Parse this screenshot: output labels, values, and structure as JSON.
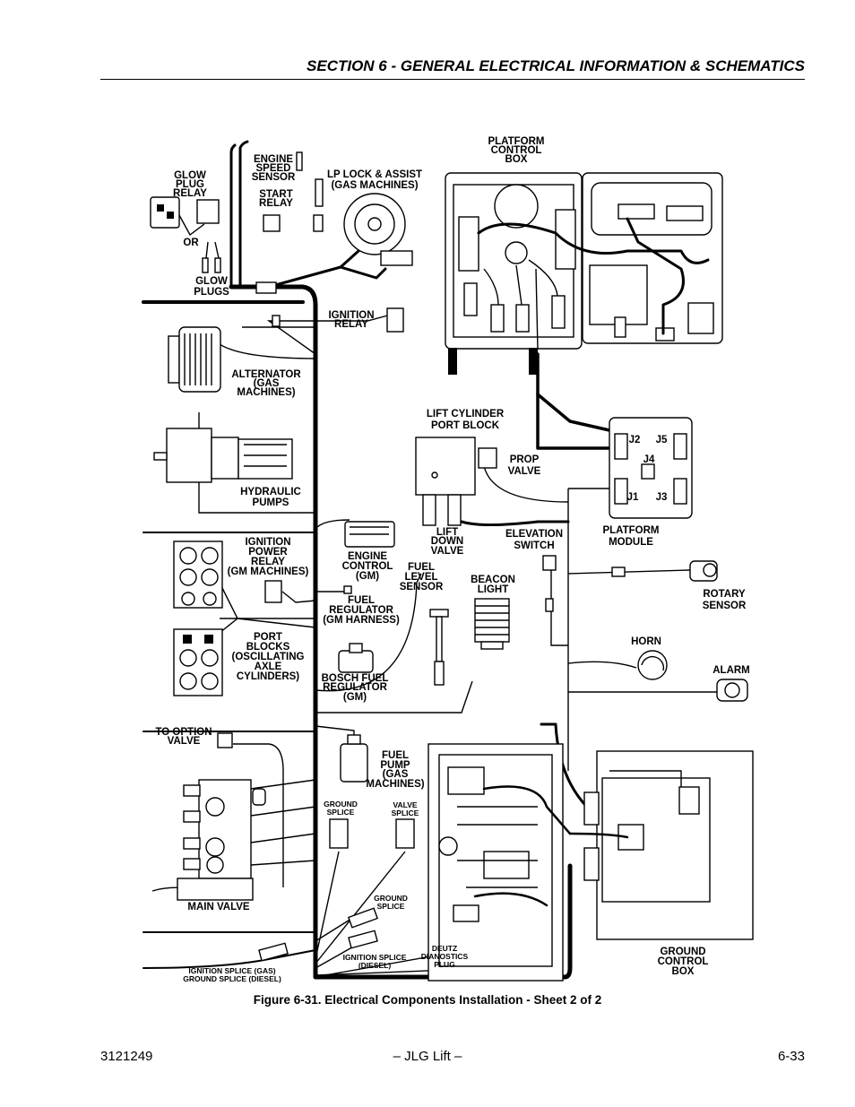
{
  "header": {
    "section_title": "SECTION 6 - GENERAL ELECTRICAL INFORMATION & SCHEMATICS"
  },
  "diagram": {
    "labels": {
      "glow_plug_relay": [
        "GLOW",
        "PLUG",
        "RELAY"
      ],
      "or": "OR",
      "glow_plugs": [
        "GLOW",
        "PLUGS"
      ],
      "engine_speed_sensor": [
        "ENGINE",
        "SPEED",
        "SENSOR"
      ],
      "start_relay": [
        "START",
        "RELAY"
      ],
      "lp_lock": [
        "LP LOCK & ASSIST",
        "(GAS MACHINES)"
      ],
      "platform_control_box": [
        "PLATFORM",
        "CONTROL",
        "BOX"
      ],
      "ignition_relay": [
        "IGNITION",
        "RELAY"
      ],
      "alternator": [
        "ALTERNATOR",
        "(GAS",
        "MACHINES)"
      ],
      "lift_cylinder_port_block": [
        "LIFT CYLINDER",
        "PORT BLOCK"
      ],
      "prop_valve": [
        "PROP",
        "VALVE"
      ],
      "hydraulic_pumps": [
        "HYDRAULIC",
        "PUMPS"
      ],
      "j2": "J2",
      "j5": "J5",
      "j4": "J4",
      "j1": "J1",
      "j3": "J3",
      "lift_down_valve": [
        "LIFT",
        "DOWN",
        "VALVE"
      ],
      "elevation_switch": [
        "ELEVATION",
        "SWITCH"
      ],
      "platform_module": [
        "PLATFORM",
        "MODULE"
      ],
      "ignition_power_relay": [
        "IGNITION",
        "POWER",
        "RELAY",
        "(GM MACHINES)"
      ],
      "engine_control": [
        "ENGINE",
        "CONTROL",
        "(GM)"
      ],
      "fuel_level_sensor": [
        "FUEL",
        "LEVEL",
        "SENSOR"
      ],
      "beacon_light": [
        "BEACON",
        "LIGHT"
      ],
      "rotary_sensor": [
        "ROTARY",
        "SENSOR"
      ],
      "fuel_regulator": [
        "FUEL",
        "REGULATOR",
        "(GM HARNESS)"
      ],
      "port_blocks": [
        "PORT",
        "BLOCKS",
        "(OSCILLATING",
        "AXLE",
        "CYLINDERS)"
      ],
      "horn": "HORN",
      "bosch_fuel_regulator": [
        "BOSCH FUEL",
        "REGULATOR",
        "(GM)"
      ],
      "alarm": "ALARM",
      "to_option_valve": [
        "TO OPTION",
        "VALVE"
      ],
      "fuel_pump": [
        "FUEL",
        "PUMP",
        "(GAS",
        "MACHINES)"
      ],
      "ground_splice_top": [
        "GROUND",
        "SPLICE"
      ],
      "valve_splice": [
        "VALVE",
        "SPLICE"
      ],
      "main_valve": "MAIN VALVE",
      "ground_splice_bottom": [
        "GROUND",
        "SPLICE"
      ],
      "ignition_splice_diesel": [
        "IGNITION SPLICE",
        "(DIESEL)"
      ],
      "deutz_plug": [
        "DEUTZ",
        "DIANOSTICS",
        "PLUG"
      ],
      "ground_control_box": [
        "GROUND",
        "CONTROL",
        "BOX"
      ],
      "ignition_splice_gas": [
        "IGNITION SPLICE (GAS)",
        "GROUND SPLICE (DIESEL)"
      ]
    }
  },
  "caption": "Figure 6-31.  Electrical Components Installation - Sheet 2 of 2",
  "footer": {
    "doc_number": "3121249",
    "brand": "– JLG Lift –",
    "page": "6-33"
  }
}
